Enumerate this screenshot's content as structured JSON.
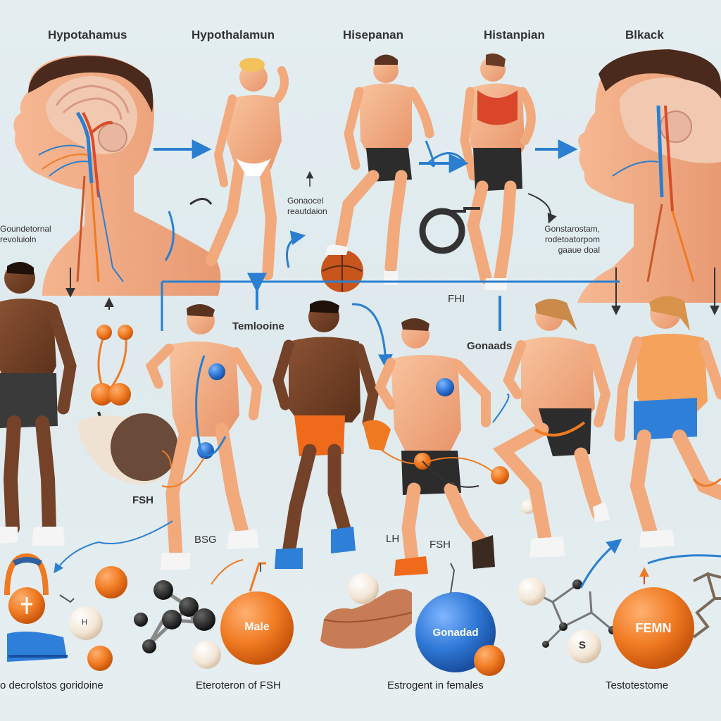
{
  "top_labels": [
    "Hypotahamus",
    "Hypothalamun",
    "Hisepanan",
    "Histanpian",
    "Blkack"
  ],
  "side_notes": {
    "left": [
      "Goundetornal",
      "revoluioln"
    ],
    "gonadal": [
      "Gonaocel",
      "reautdaion"
    ],
    "right": [
      "Gonstarostam,",
      "rodetoatorpom",
      "gaaue doal"
    ]
  },
  "mid_labels": {
    "temloone": "Temlooine",
    "fhi": "FHI",
    "gonads": "Gonaads",
    "fsh_left": "FSH",
    "bsg": "BSG",
    "lh": "LH",
    "fsh_right": "FSH"
  },
  "balls": {
    "male": "Male",
    "gonad": "Gonadad",
    "femn": "FEMN",
    "s": "S",
    "h": "H"
  },
  "bottom_labels": [
    "o decrolstos goridoine",
    "Eteroteron of FSH",
    "Estrogent in females",
    "Testotestome"
  ],
  "colors": {
    "background": "#e2ecef",
    "arrow_blue": "#2a7fd0",
    "orange": "#f07a22",
    "blue_ball": "#2f78d6",
    "skin_light": "#f4b48a",
    "skin_dark": "#6a3b24",
    "shorts_dark": "#2c2c2c",
    "shorts_orange": "#f06a1c",
    "shorts_blue": "#2e7fd8"
  },
  "icons": [
    "brain-icon",
    "stethoscope-icon",
    "molecule-icon",
    "shoe-icon",
    "basketball-icon",
    "gland-icon"
  ]
}
